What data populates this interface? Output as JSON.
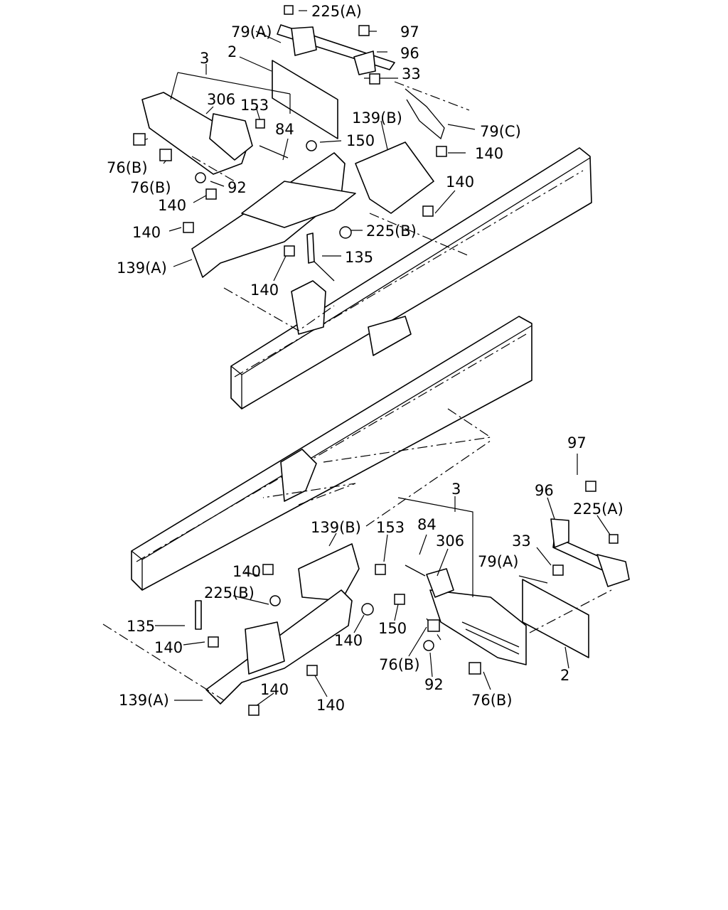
{
  "callouts": {
    "top": [
      {
        "id": "225a-t",
        "text": "225(A)"
      },
      {
        "id": "79a-t",
        "text": "79(A)"
      },
      {
        "id": "97-t",
        "text": "97"
      },
      {
        "id": "96-t",
        "text": "96"
      },
      {
        "id": "3-t",
        "text": "3"
      },
      {
        "id": "2-t",
        "text": "2"
      },
      {
        "id": "33-t",
        "text": "33"
      },
      {
        "id": "306-t",
        "text": "306"
      },
      {
        "id": "153-t",
        "text": "153"
      },
      {
        "id": "84-t",
        "text": "84"
      },
      {
        "id": "139b-t",
        "text": "139(B)"
      },
      {
        "id": "79c-t",
        "text": "79(C)"
      },
      {
        "id": "150-t",
        "text": "150"
      },
      {
        "id": "140a-t",
        "text": "140"
      },
      {
        "id": "76b1-t",
        "text": "76(B)"
      },
      {
        "id": "76b2-t",
        "text": "76(B)"
      },
      {
        "id": "92-t",
        "text": "92"
      },
      {
        "id": "140b-t",
        "text": "140"
      },
      {
        "id": "140c-t",
        "text": "140"
      },
      {
        "id": "225b-t",
        "text": "225(B)"
      },
      {
        "id": "140d-t",
        "text": "140"
      },
      {
        "id": "135-t",
        "text": "135"
      },
      {
        "id": "139a-t",
        "text": "139(A)"
      },
      {
        "id": "140e-t",
        "text": "140"
      }
    ],
    "bottom": [
      {
        "id": "97-b",
        "text": "97"
      },
      {
        "id": "96-b",
        "text": "96"
      },
      {
        "id": "225a-b",
        "text": "225(A)"
      },
      {
        "id": "3-b",
        "text": "3"
      },
      {
        "id": "139b-b",
        "text": "139(B)"
      },
      {
        "id": "153-b",
        "text": "153"
      },
      {
        "id": "84-b",
        "text": "84"
      },
      {
        "id": "306-b",
        "text": "306"
      },
      {
        "id": "33-b",
        "text": "33"
      },
      {
        "id": "79a-b",
        "text": "79(A)"
      },
      {
        "id": "140a-b",
        "text": "140"
      },
      {
        "id": "225b-b",
        "text": "225(B)"
      },
      {
        "id": "135-b",
        "text": "135"
      },
      {
        "id": "140b-b",
        "text": "140"
      },
      {
        "id": "150-b",
        "text": "150"
      },
      {
        "id": "140c-b",
        "text": "140"
      },
      {
        "id": "76b1-b",
        "text": "76(B)"
      },
      {
        "id": "92-b",
        "text": "92"
      },
      {
        "id": "2-b",
        "text": "2"
      },
      {
        "id": "140d-b",
        "text": "140"
      },
      {
        "id": "140e-b",
        "text": "140"
      },
      {
        "id": "139a-b",
        "text": "139(A)"
      },
      {
        "id": "76b2-b",
        "text": "76(B)"
      }
    ]
  }
}
